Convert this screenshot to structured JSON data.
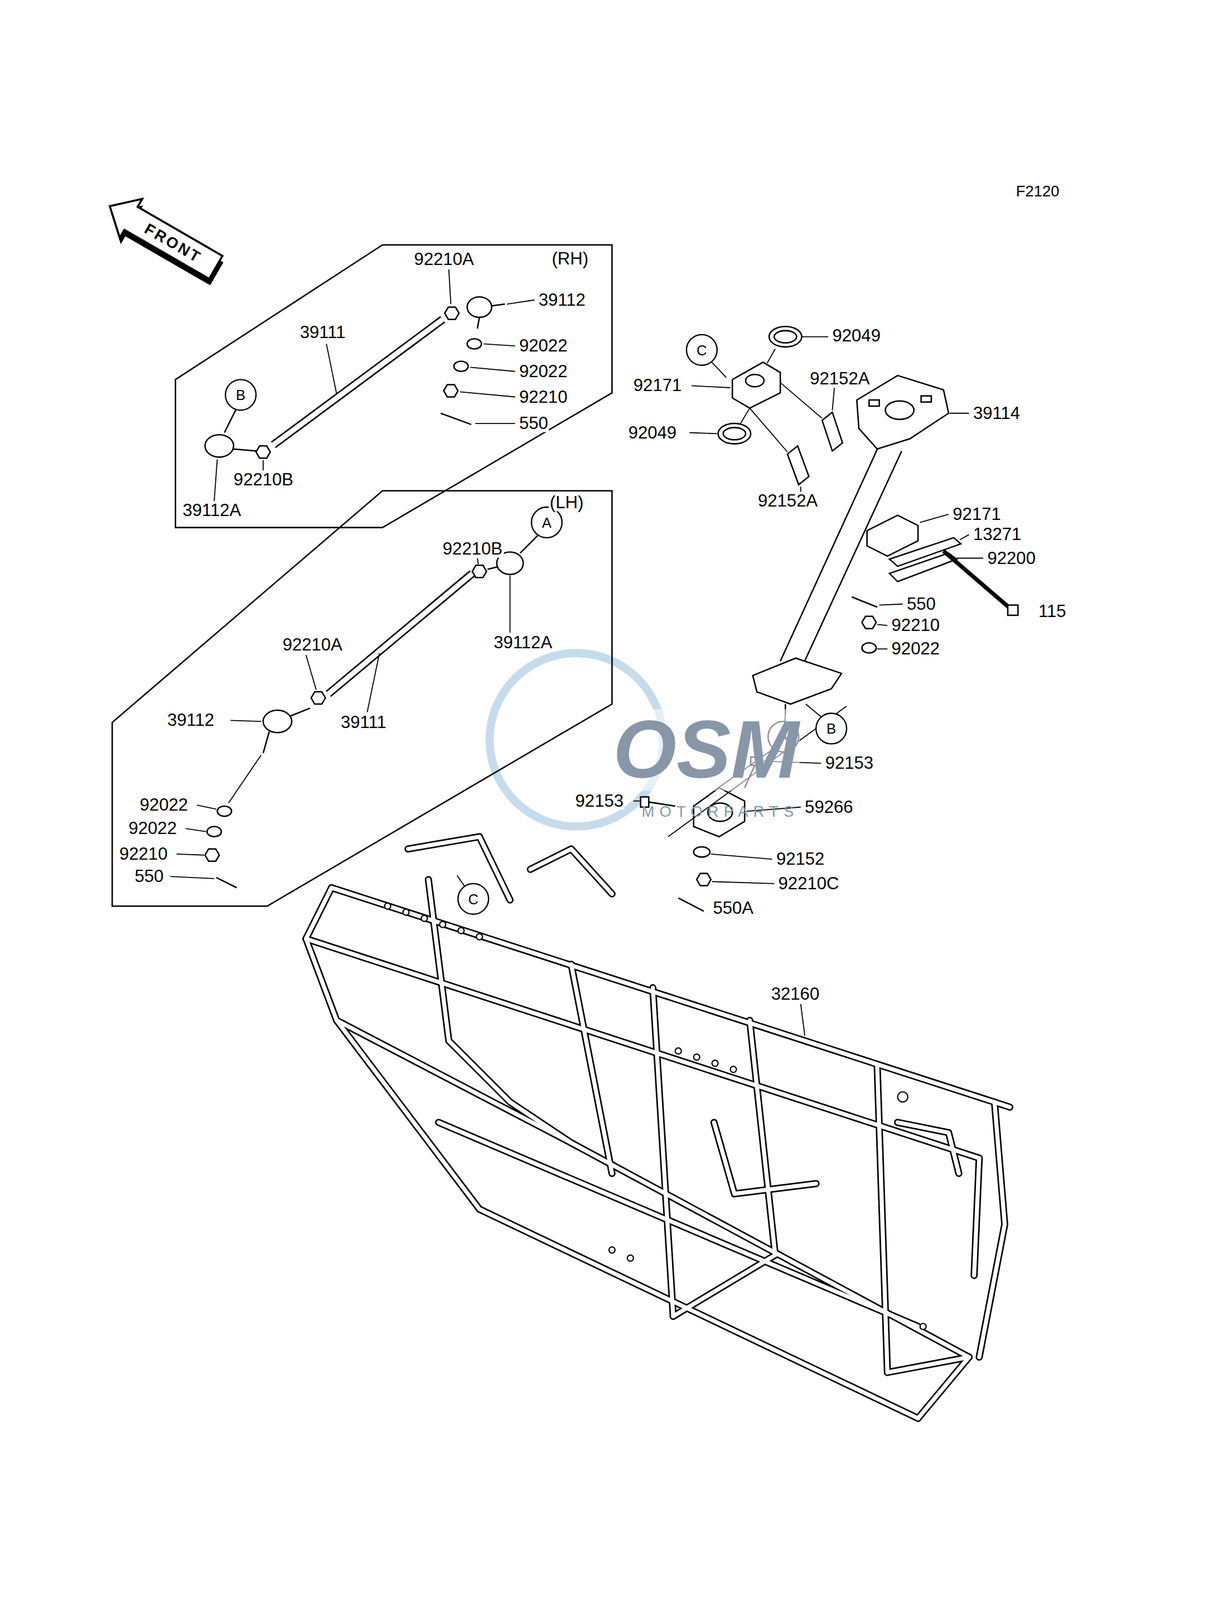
{
  "diagram": {
    "nodes": [
      {
        "text": [
          "(RH)"
        ]
      },
      {
        "text": [
          "B"
        ],
        "in": 0
      },
      {
        "text": [
          "(LH)"
        ]
      },
      {
        "text": [
          "A"
        ],
        "in": 2
      },
      {
        "text": [
          "C"
        ]
      },
      {
        "text": [
          "A"
        ]
      },
      {
        "text": [
          "B"
        ]
      },
      {
        "text": [
          "C"
        ]
      }
    ],
    "labels": [
      "F2120",
      "FRONT",
      "92210A",
      "39112",
      "92022",
      "92022",
      "92210",
      "550",
      "39111",
      "92210B",
      "39112A",
      "92210B",
      "39112A",
      "92210A",
      "39112",
      "39111",
      "92022",
      "92022",
      "92210",
      "550",
      "92049",
      "92171",
      "92152A",
      "39114",
      "92049",
      "92152A",
      "92171",
      "13271",
      "92200",
      "550",
      "115",
      "92210",
      "92022",
      "92153",
      "92153",
      "59266",
      "92152",
      "92210C",
      "550A",
      "32160",
      "OSM",
      "MOTORPARTS"
    ]
  }
}
